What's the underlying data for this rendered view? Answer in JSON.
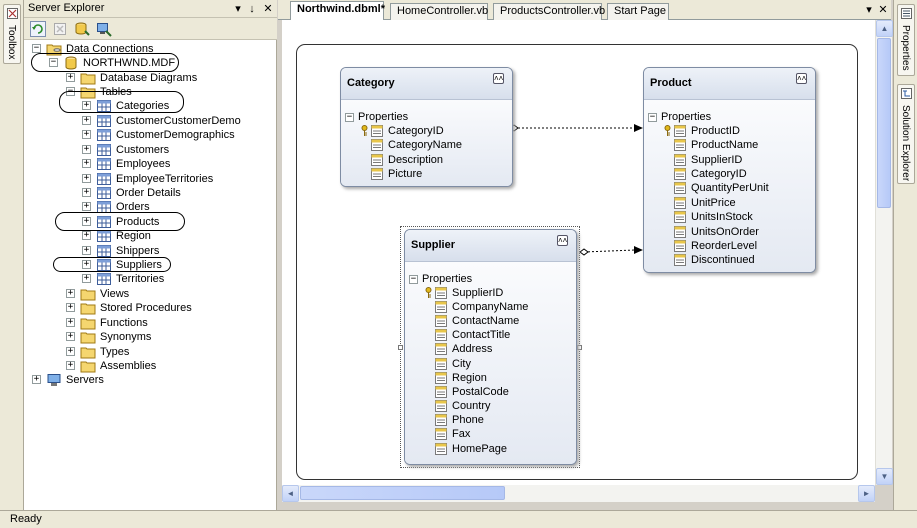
{
  "left_strip": {
    "toolbox_label": "Toolbox"
  },
  "right_strip": {
    "properties_label": "Properties",
    "solution_label": "Solution Explorer"
  },
  "server_explorer": {
    "title": "Server Explorer",
    "pin_glyph": "↓",
    "close_glyph": "✕",
    "menu_glyph": "▾",
    "toolbar_icons": [
      "refresh-icon",
      "stop-icon",
      "connect-database-icon",
      "connect-server-icon"
    ]
  },
  "tree": {
    "data_connections": "Data Connections",
    "db_file": "NORTHWND.MDF",
    "database_diagrams": "Database Diagrams",
    "tables": "Tables",
    "table_items": [
      "Categories",
      "CustomerCustomerDemo",
      "CustomerDemographics",
      "Customers",
      "Employees",
      "EmployeeTerritories",
      "Order Details",
      "Orders",
      "Products",
      "Region",
      "Shippers",
      "Suppliers",
      "Territories"
    ],
    "views": "Views",
    "stored_procedures": "Stored Procedures",
    "functions": "Functions",
    "synonyms": "Synonyms",
    "types": "Types",
    "assemblies": "Assemblies",
    "servers": "Servers",
    "expand_plus": "+",
    "expand_minus": "−"
  },
  "tabs": [
    "Northwind.dbml*",
    "HomeController.vb",
    "ProductsController.vb",
    "Start Page"
  ],
  "tab_menu_glyph": "▾",
  "tab_close_glyph": "✕",
  "designer": {
    "properties_label": "Properties",
    "collapse_glyph": "˄˄",
    "minus_glyph": "−",
    "entities": {
      "category": {
        "title": "Category",
        "properties": [
          "CategoryID",
          "CategoryName",
          "Description",
          "Picture"
        ]
      },
      "product": {
        "title": "Product",
        "properties": [
          "ProductID",
          "ProductName",
          "SupplierID",
          "CategoryID",
          "QuantityPerUnit",
          "UnitPrice",
          "UnitsInStock",
          "UnitsOnOrder",
          "ReorderLevel",
          "Discontinued"
        ]
      },
      "supplier": {
        "title": "Supplier",
        "properties": [
          "SupplierID",
          "CompanyName",
          "ContactName",
          "ContactTitle",
          "Address",
          "City",
          "Region",
          "PostalCode",
          "Country",
          "Phone",
          "Fax",
          "HomePage"
        ]
      }
    }
  },
  "scroll_glyphs": {
    "up": "▲",
    "down": "▼",
    "left": "◄",
    "right": "►"
  },
  "status": {
    "text": "Ready"
  }
}
